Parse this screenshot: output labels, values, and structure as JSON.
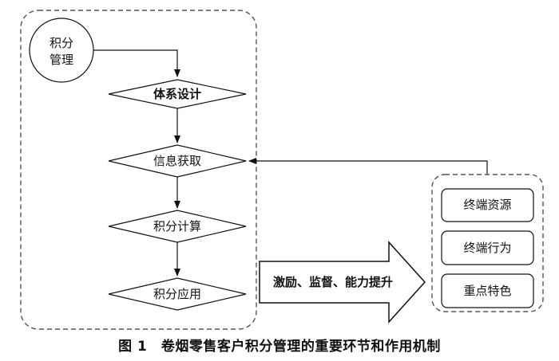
{
  "start_node": {
    "line1": "积分",
    "line2": "管理"
  },
  "flow_steps": [
    {
      "label": "体系设计"
    },
    {
      "label": "信息获取"
    },
    {
      "label": "积分计算"
    },
    {
      "label": "积分应用"
    }
  ],
  "incentive_arrow": {
    "label": "激励、监督、能力提升"
  },
  "factors": [
    {
      "label": "终端资源"
    },
    {
      "label": "终端行为"
    },
    {
      "label": "重点特色"
    }
  ],
  "caption": {
    "figure_no": "图 1",
    "title": "卷烟零售客户积分管理的重要环节和作用机制"
  }
}
